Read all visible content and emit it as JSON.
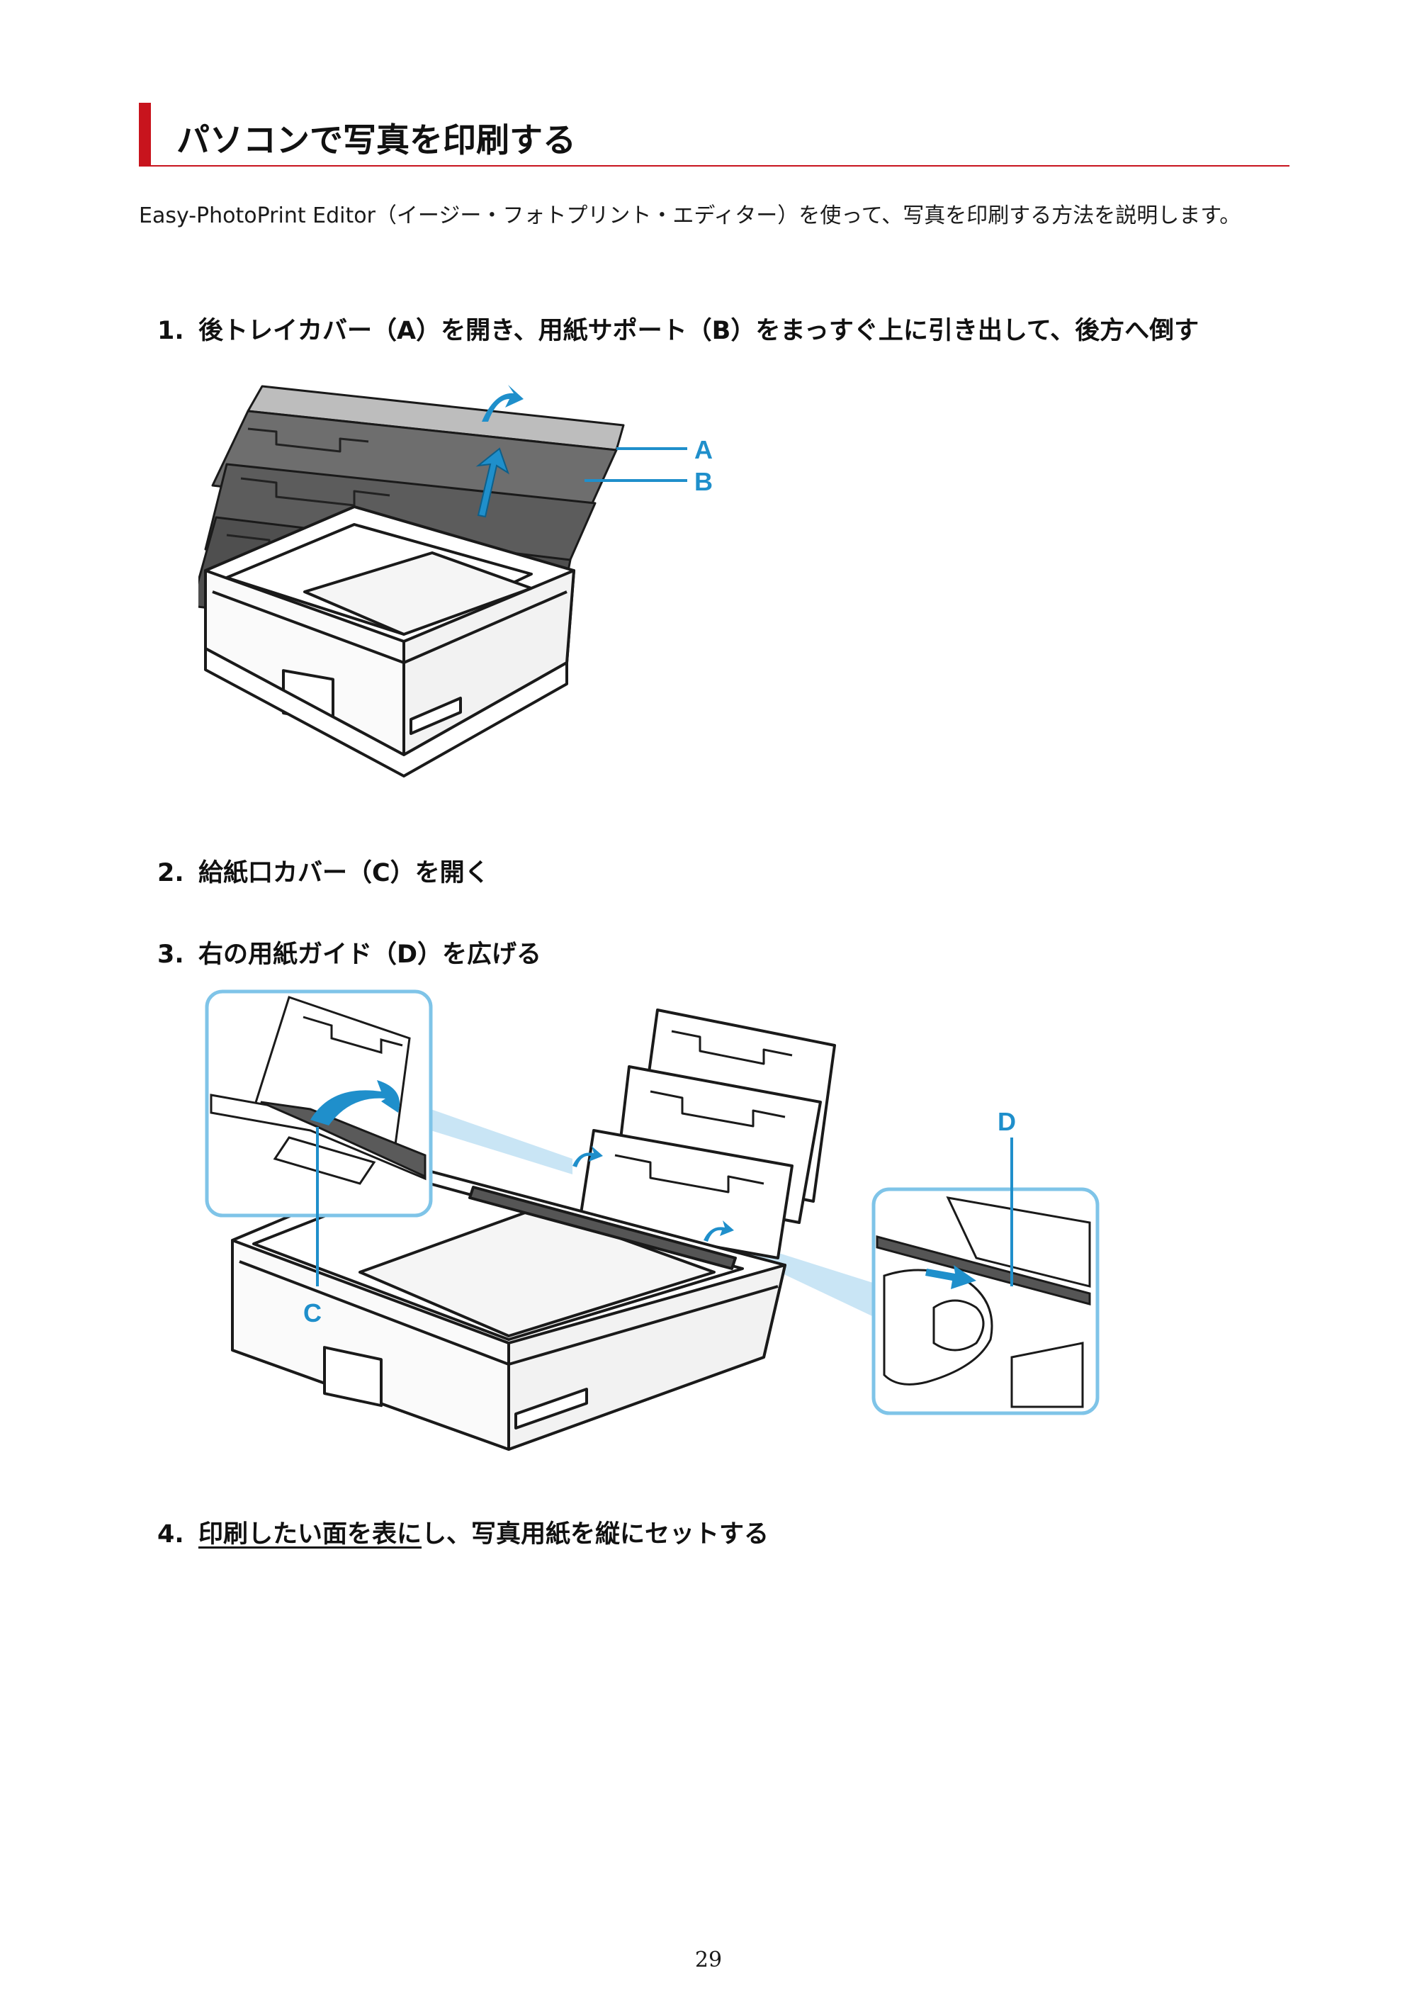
{
  "heading": "パソコンで写真を印刷する",
  "intro": "Easy-PhotoPrint Editor（イージー・フォトプリント・エディター）を使って、写真を印刷する方法を説明します。",
  "steps": [
    {
      "number": "1.",
      "text": "後トレイカバー（A）を開き、用紙サポート（B）をまっすぐ上に引き出して、後方へ倒す"
    },
    {
      "number": "2.",
      "text": "給紙口カバー（C）を開く"
    },
    {
      "number": "3.",
      "text": "右の用紙ガイド（D）を広げる"
    },
    {
      "number": "4.",
      "link_text": "印刷したい面を表に",
      "text_rest": "し、写真用紙を縦にセットする"
    }
  ],
  "figure1": {
    "label_a": "A",
    "label_b": "B"
  },
  "figure2": {
    "label_c": "C",
    "label_d": "D"
  },
  "colors": {
    "accent_red": "#c8141d",
    "callout_blue": "#1f8fcb",
    "callout_frame": "#7fc4e8"
  },
  "page_number": "29"
}
